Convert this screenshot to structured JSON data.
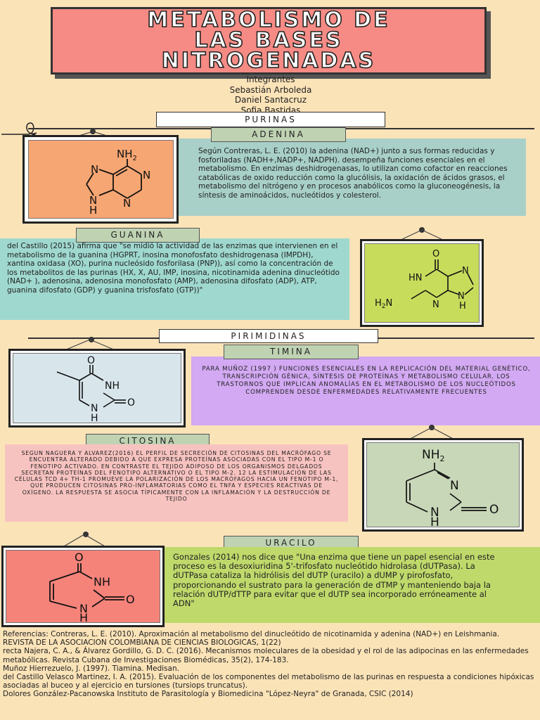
{
  "title": {
    "line1": "METABOLISMO DE",
    "line2": "LAS BASES",
    "line3": "NITROGENADAS"
  },
  "members": {
    "heading": "Integrantes",
    "names": [
      "Sebastián Arboleda",
      "Daniel Santacruz",
      "Sofia Bastidas"
    ]
  },
  "sections": {
    "purinas": "PURINAS",
    "pirimidinas": "PIRIMIDINAS"
  },
  "adenina": {
    "label": "ADENINA",
    "text": "Según Contreras, L. E. (2010) la adenina (NAD+) junto a sus formas reducidas y fosforiladas (NADH+,NADP+, NADPH). desempeña funciones esenciales en el metabolismo. En enzimas deshidrogenasas, lo utilizan como cofactor en reacciones catabólicas de oxido reducción como la glucólisis, la oxidación de ácidos grasos, el metabolismo del nitrógeno y en procesos anabólicos como la gluconeogénesis, la síntesis de aminoácidos, nucleótidos y colesterol.",
    "mol": {
      "nh2": "NH",
      "sub2": "2",
      "n": "N",
      "h": "H"
    }
  },
  "guanina": {
    "label": "GUANINA",
    "text": "del Castillo (2015) afirma que \"se midió la actividad de las enzimas que intervienen en el metabolismo de la guanina (HGPRT, inosina monofosfato deshidrogenasa (IMPDH), xantina oxidasa (XO), purina nucleósido fosforilasa (PNP)), así como la concentración de los metabolitos de las purinas (HX, X, AU, IMP, inosina, nicotinamida adenina dinucleótido (NAD+ ), adenosina, adenosina monofosfato (AMP), adenosina difosfato (ADP), ATP, guanina difosfato (GDP) y guanina trisfosfato (GTP))\"",
    "mol": {
      "o": "O",
      "hn": "HN",
      "n": "N",
      "h": "H",
      "h2n_h": "H",
      "h2n_2": "2",
      "h2n_n": "N"
    }
  },
  "timina": {
    "label": "TIMINA",
    "text": "PARA MUÑOZ (1997 ) FUNCIONES ESENCIALES EN LA REPLICACIÓN DEL MATERIAL GENÉTICO, TRANSCRIPCIÓN GÉNICA, SÍNTESIS DE PROTEÍNAS Y METABOLISMO CELULAR. LOS TRASTORNOS QUE IMPLICAN ANOMALÍAS EN EL METABOLISMO DE LOS NUCLEÓTIDOS COMPRENDEN DESDE ENFERMEDADES RELATIVAMENTE FRECUENTES",
    "mol": {
      "o": "O",
      "nh": "NH",
      "n": "N",
      "h": "H"
    }
  },
  "citosina": {
    "label": "CITOSINA",
    "text": "SEGUN NAGUERA Y ALVAREZ(2016) EL PERFIL DE SECRECIÓN DE CITOSINAS DEL MACRÓFAGO SE ENCUENTRA ALTERADO DEBIDO A QUE EXPRESA PROTEÍNAS ASOCIADAS CON EL TIPO M-1 O FENOTIPO ACTIVADO. EN CONTRASTE EL TEJIDO ADIPOSO DE LOS ORGANISMOS DELGADOS SECRETAN PROTEÍNAS DEL FENOTIPO ALTERNATIVO O EL TIPO M-2. 12 LA ESTIMULACIÓN DE LAS CÉLULAS TCD 4+ TH-1 PROMUEVE LA POLARIZACIÓN DE LOS MACRÓFAGOS HACIA UN FENOTIPO M-1, QUE PRODUCEN CITOSINAS PRO-INFLAMATORIAS COMO EL TNFA Y ESPECIES REACTIVAS DE OXÍGENO. LA RESPUESTA SE ASOCIA TÍPICAMENTE CON LA INFLAMACIÓN Y LA DESTRUCCIÓN DE TEJIDO",
    "mol": {
      "nh": "NH",
      "sub2": "2",
      "n": "N",
      "o": "O",
      "h": "H"
    }
  },
  "uracilo": {
    "label": "URACILO",
    "text": "Gonzales (2014) nos dice que \"Una enzima que tiene un papel esencial en este proceso es la desoxiuridina 5'-trifosfato nucleótido hidrolasa (dUTPasa). La dUTPasa cataliza la hidrólisis del dUTP (uracilo) a dUMP y pirofosfato, proporcionando el sustrato para la generación de dTMP y manteniendo baja la relación dUTP/dTTP para evitar que el dUTP sea incorporado erróneamente al ADN\"",
    "mol": {
      "o": "O",
      "nh": "NH",
      "n": "N",
      "h": "H"
    }
  },
  "references": [
    "Referencias: Contreras, L. E. (2010). Aproximación al metabolismo del dinucleótido de nicotinamida y adenina (NAD+) en Leishmania.",
    " REVISTA DE LA ASOCIACION COLOMBIANA DE CIENCIAS BIOLOGICAS, 1(22)",
    "recta Najera, C. A., & Álvarez Gordillo, G. D. C. (2016). Mecanismos moleculares de la obesidad y el rol de las adipocinas en las enfermedades metabólicas. Revista Cubana de Investigaciones Biomédicas, 35(2), 174-183.",
    "Muñoz Hierrezuelo, J. (1997). Tiamina. Medisan.",
    "del Castillo Velasco Martinez, I. A. (2015). Evaluación de los componentes del metabolismo de las purinas en respuesta a condiciones hipóxicas asociadas al buceo y al ejercicio en tursiones (tursiops truncatus).",
    "Dolores González-Pacanowska Instituto de Parasitología y Biomedicina \"López-Neyra\" de Granada, CSIC (2014)"
  ],
  "colors": {
    "background": "#fbe3b8",
    "title": "#f58b84",
    "adenina_box": "#f6a673",
    "blue_green": "#a8d0c8",
    "teal": "#9fd8cf",
    "lime": "#c8dc5c",
    "light_blue": "#d8e6ec",
    "lavender": "#d2a9f2",
    "pink": "#f7c3c0",
    "sage": "#c8d7b8",
    "salmon": "#f5837a",
    "green": "#bfd96b",
    "label_green": "#bfd3b3"
  }
}
